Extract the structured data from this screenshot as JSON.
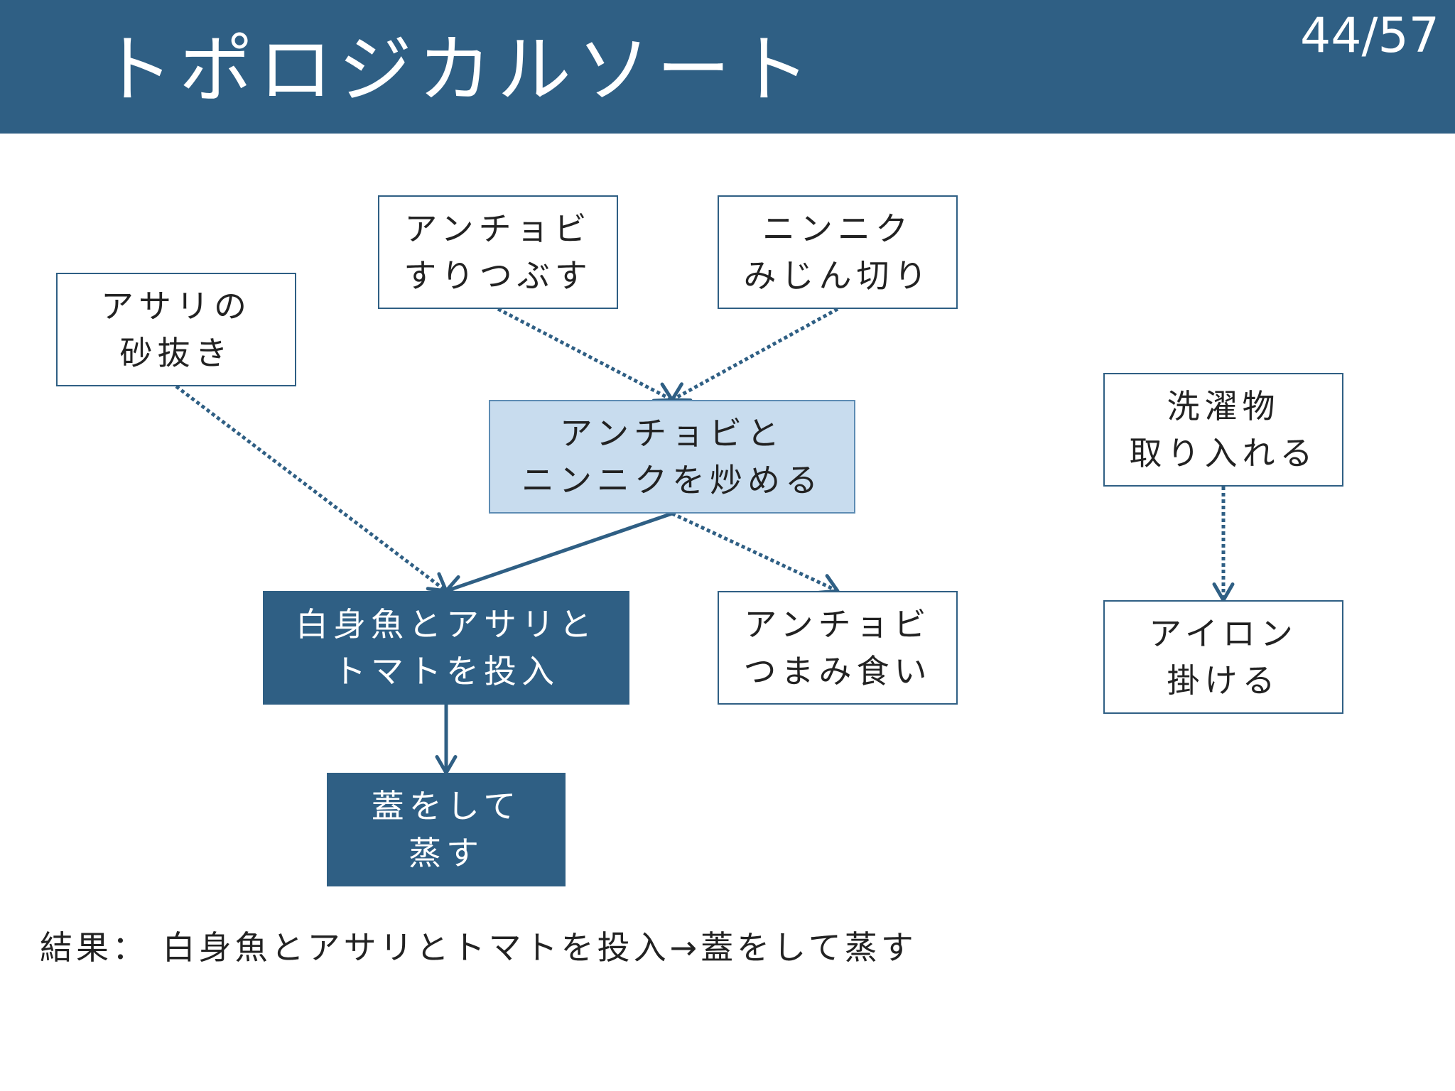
{
  "header": {
    "title": "トポロジカルソート",
    "page_number": "44/57"
  },
  "nodes": {
    "anchovy_crush": {
      "line1": "アンチョビ",
      "line2": "すりつぶす"
    },
    "garlic_mince": {
      "line1": "ニンニク",
      "line2": "みじん切り"
    },
    "clam_desand": {
      "line1": "アサリの",
      "line2": "砂抜き"
    },
    "fry": {
      "line1": "アンチョビと",
      "line2": "ニンニクを炒める"
    },
    "laundry_in": {
      "line1": "洗濯物",
      "line2": "取り入れる"
    },
    "add_fish": {
      "line1": "白身魚とアサリと",
      "line2": "トマトを投入"
    },
    "anchovy_snack": {
      "line1": "アンチョビ",
      "line2": "つまみ食い"
    },
    "ironing": {
      "line1": "アイロン",
      "line2": "掛ける"
    },
    "steam": {
      "line1": "蓋をして",
      "line2": "蒸す"
    }
  },
  "edges": [
    {
      "from": "anchovy_crush",
      "to": "fry",
      "style": "dotted"
    },
    {
      "from": "garlic_mince",
      "to": "fry",
      "style": "dotted"
    },
    {
      "from": "clam_desand",
      "to": "add_fish",
      "style": "dotted"
    },
    {
      "from": "fry",
      "to": "add_fish",
      "style": "solid"
    },
    {
      "from": "fry",
      "to": "anchovy_snack",
      "style": "dotted"
    },
    {
      "from": "add_fish",
      "to": "steam",
      "style": "solid"
    },
    {
      "from": "laundry_in",
      "to": "ironing",
      "style": "dotted"
    }
  ],
  "result": "結果： 白身魚とアサリとトマトを投入→蓋をして蒸す",
  "colors": {
    "header": "#2f5f84",
    "highlight_fill": "#c8dcee",
    "arrow": "#2f5f84"
  }
}
